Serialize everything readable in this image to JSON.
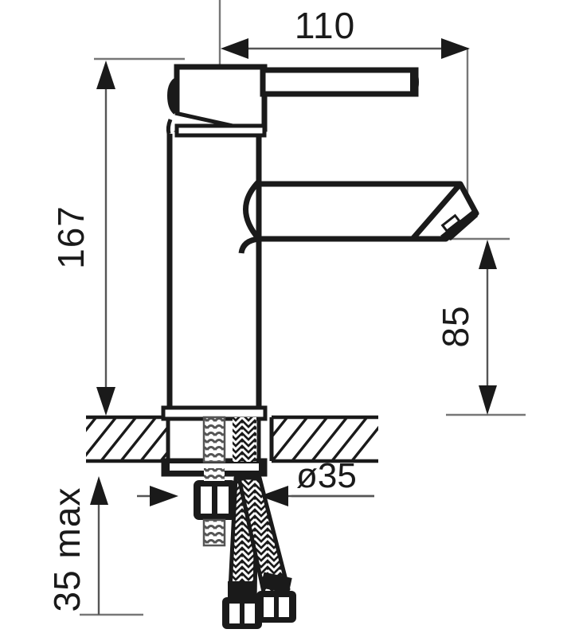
{
  "drawing": {
    "title": "Basin mixer tap dimensional drawing",
    "units": "mm",
    "line_color": "#1a1a1a",
    "dimension_line_color": "#555555",
    "background_color": "#ffffff"
  },
  "dimensions": {
    "spout_reach": {
      "label": "110",
      "name": "spout-reach-horizontal",
      "orientation": "horizontal",
      "position": "top"
    },
    "overall_height": {
      "label": "167",
      "name": "overall-height-vertical",
      "orientation": "vertical-rotated",
      "position": "left"
    },
    "spout_height": {
      "label": "85",
      "name": "spout-height-vertical",
      "orientation": "vertical-rotated",
      "position": "right"
    },
    "mounting_hole": {
      "label": "ø35",
      "name": "mounting-hole-diameter",
      "orientation": "horizontal",
      "position": "below-counter"
    },
    "counter_thickness": {
      "label": "35 max",
      "name": "counter-thickness-max",
      "orientation": "vertical-rotated",
      "position": "lower-left"
    }
  },
  "components": {
    "lever_handle": "lever-handle",
    "cartridge_housing": "cartridge-housing",
    "body_column": "body-column",
    "spout_arm": "spout-arm",
    "spout_tip": "spout-tip-aerator",
    "base_flange": "base-flange",
    "counter_section": "counter-hatched-section",
    "threaded_stud": "threaded-mounting-stud",
    "hex_nut": "hex-nut",
    "hose_left": "braided-hose-left",
    "hose_right": "braided-hose-right",
    "hose_nut_left": "hose-connector-nut-left",
    "hose_nut_right": "hose-connector-nut-right",
    "centerline": "vertical-centerline"
  }
}
